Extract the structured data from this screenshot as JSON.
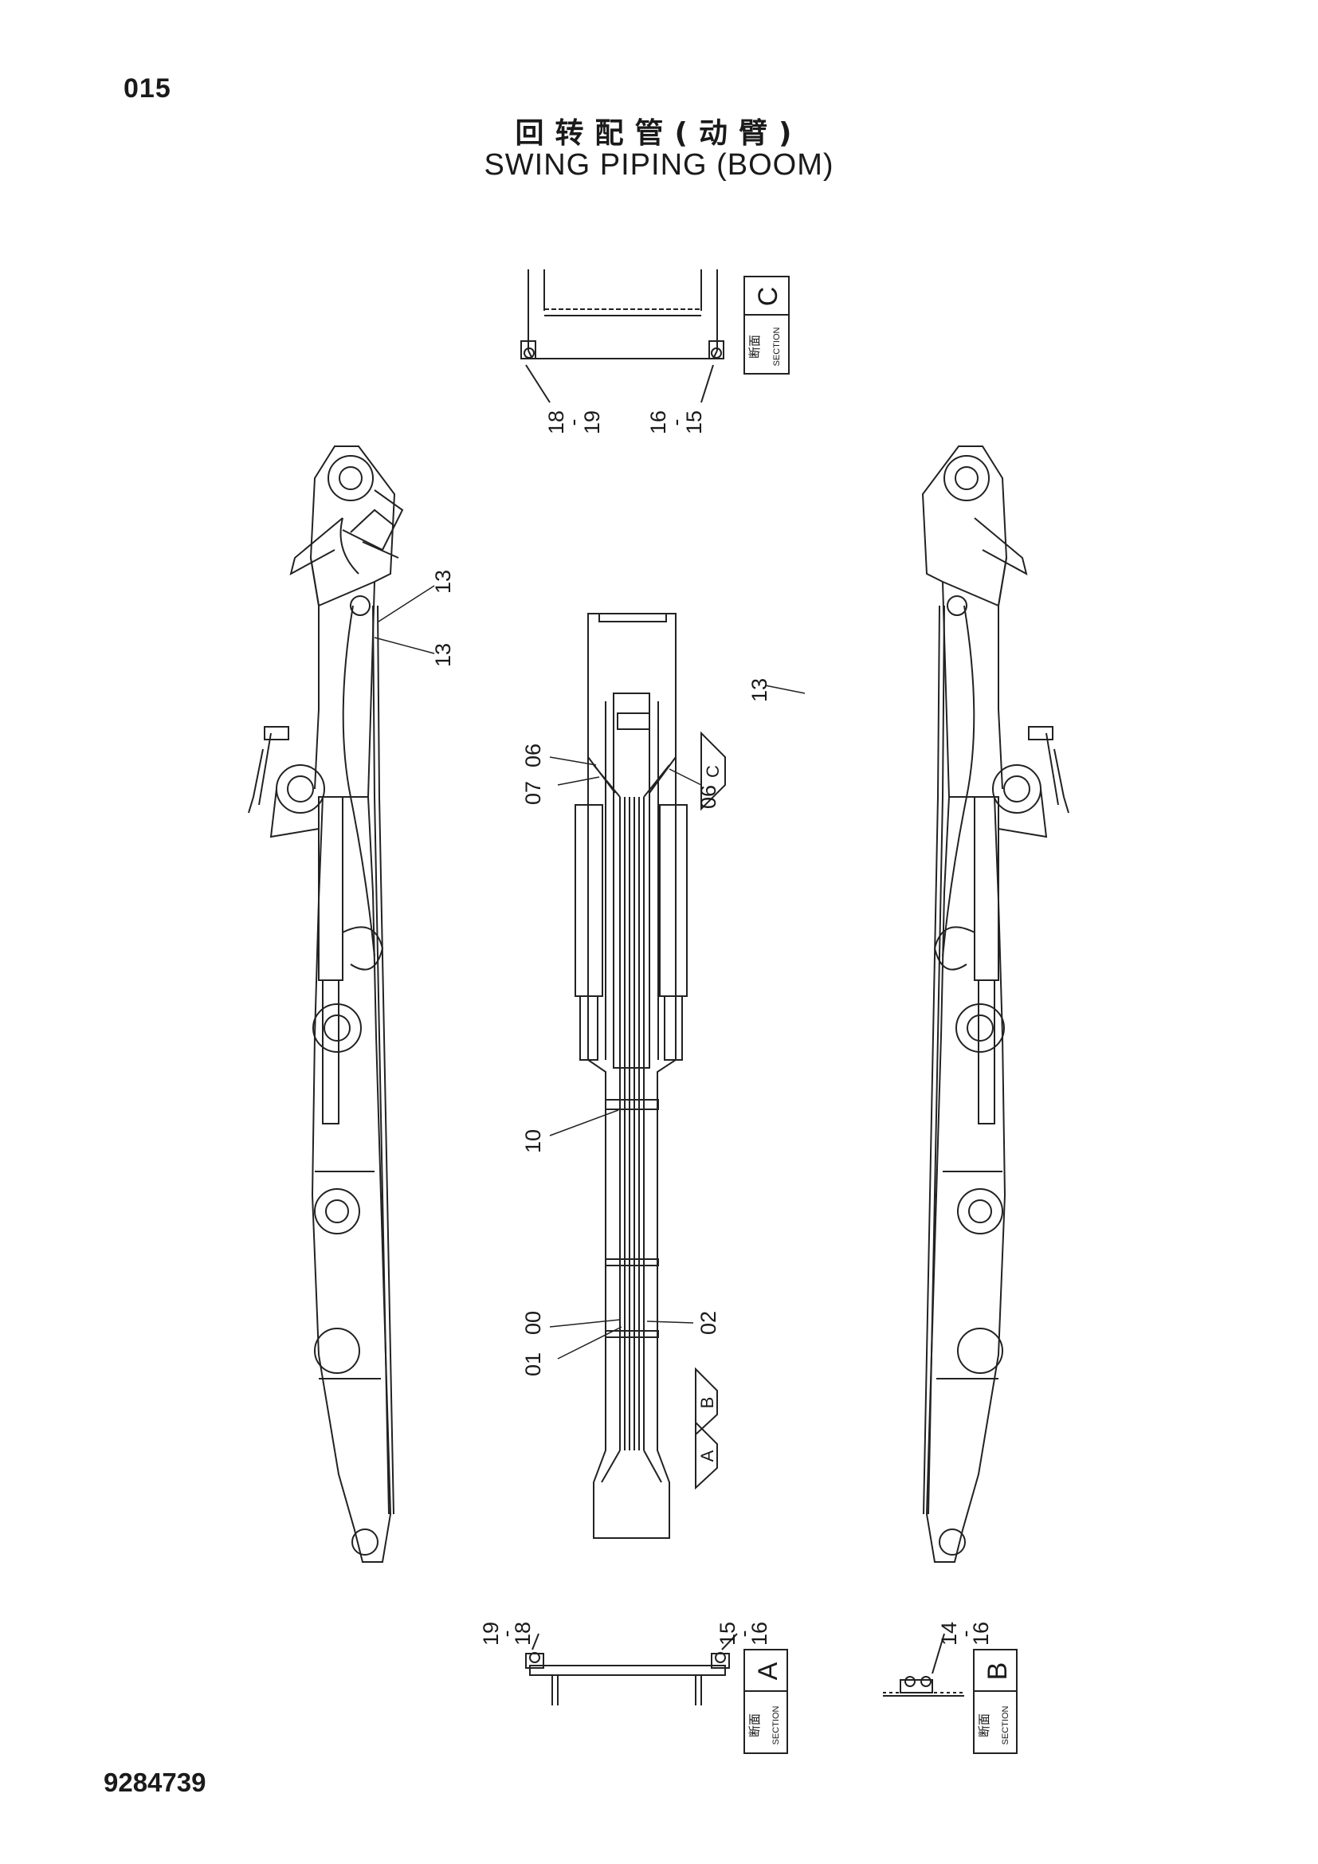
{
  "page_number": "015",
  "title_cn": "回转配管(动臂)",
  "title_en": "SWING PIPING (BOOM)",
  "doc_number": "9284739",
  "section_boxes": {
    "cn_label": "断面",
    "en_label": "SECTION",
    "c": "C",
    "a": "A",
    "b": "B"
  },
  "view_markers": {
    "a": "A",
    "b": "B",
    "c": "C"
  },
  "callouts": {
    "c_left_top": "18",
    "c_left_sep": "-",
    "c_left_bottom": "19",
    "c_right_top": "16",
    "c_right_sep": "-",
    "c_right_bottom": "15",
    "left_13_upper": "13",
    "left_13_lower": "13",
    "right_13": "13",
    "center_06_left": "06",
    "center_07": "07",
    "center_06_right": "06",
    "center_10": "10",
    "center_00": "00",
    "center_01": "01",
    "center_02": "02",
    "a_left_top": "19",
    "a_left_sep": "-",
    "a_left_bottom": "18",
    "a_right_top": "15",
    "a_right_sep": "-",
    "a_right_bottom": "16",
    "b_top": "14",
    "b_sep": "-",
    "b_bottom": "16"
  }
}
